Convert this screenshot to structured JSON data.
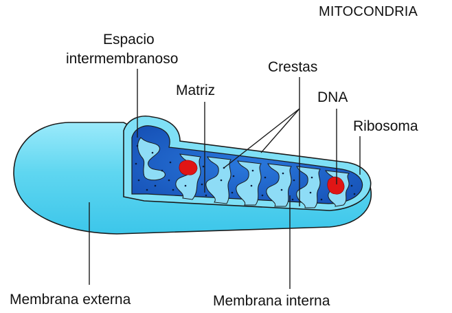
{
  "title": "MITOCONDRIA",
  "labels": {
    "espacio_line1": "Espacio",
    "espacio_line2": "intermembranoso",
    "crestas": "Crestas",
    "matriz": "Matriz",
    "dna": "DNA",
    "ribosoma": "Ribosoma",
    "membrana_externa": "Membrana externa",
    "membrana_interna": "Membrana interna"
  },
  "colors": {
    "outer_membrane": "#5fd6f0",
    "outer_highlight": "#a8ecfb",
    "inner_membrane": "#2f8fe0",
    "matrix": "#1f63c9",
    "cristae": "#8edcf6",
    "dna": "#e01515",
    "outline": "#1a1a1a"
  }
}
